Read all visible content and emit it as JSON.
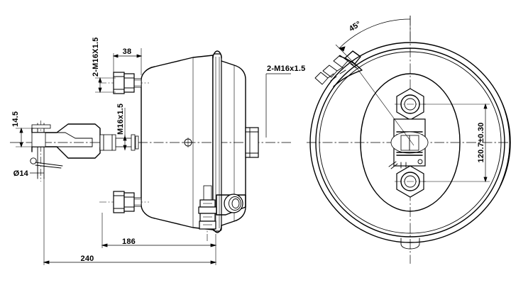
{
  "drawing": {
    "type": "engineering-technical-drawing",
    "subject": "Spring brake chamber / brake actuator",
    "background_color": "#ffffff",
    "line_color": "#000000",
    "views": [
      {
        "name": "side-section-view",
        "position": "left",
        "description": "Side elevation of brake chamber with clevis yoke, mounting studs, release stud and air port"
      },
      {
        "name": "front-circular-view",
        "position": "right",
        "description": "Front view showing circular housing, clamp band, two mounting stud nuts and center air port"
      }
    ]
  },
  "labels": {
    "stud_thread_vertical": "2-M16X1.5",
    "width_38": "38",
    "push_rod_thread": "M16x1.5",
    "stud_thread_leader": "2-M16x1.5",
    "clevis_height": "14.5",
    "pin_diameter": "Ø14",
    "length_186": "186",
    "length_240": "240",
    "angle_45": "45°",
    "stud_spacing": "120.7±0.30"
  },
  "colors": {
    "line": "#000000",
    "sheet": "#ffffff"
  }
}
